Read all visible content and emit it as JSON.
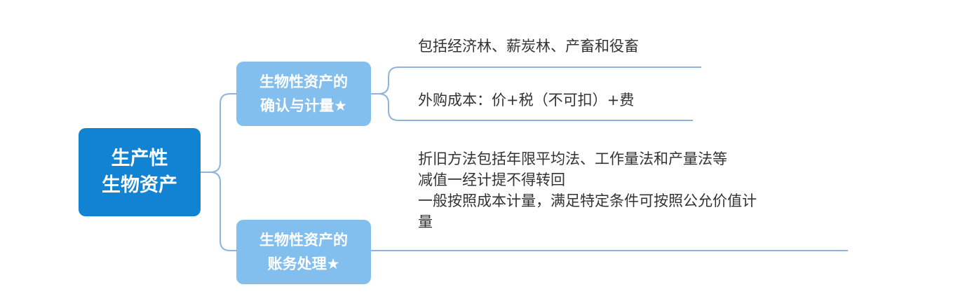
{
  "root": {
    "line1": "生产性",
    "line2": "生物资产"
  },
  "branches": [
    {
      "line1": "生物性资产的",
      "line2": "确认与计量★",
      "leaves": [
        [
          "包括经济林、薪炭林、产畜和役畜"
        ],
        [
          "外购成本：价+税（不可扣）+费"
        ]
      ]
    },
    {
      "line1": "生物性资产的",
      "line2": "账务处理★",
      "leaves": [
        [
          "折旧方法包括年限平均法、工作量法和产量法等",
          "减值一经计提不得转回",
          "一般按照成本计量，满足特定条件可按照公允价值计",
          "量"
        ]
      ]
    }
  ],
  "colors": {
    "root_bg": "#1283d2",
    "branch_bg": "#83bfee",
    "line": "#8fb3dc",
    "text": "#333333"
  }
}
